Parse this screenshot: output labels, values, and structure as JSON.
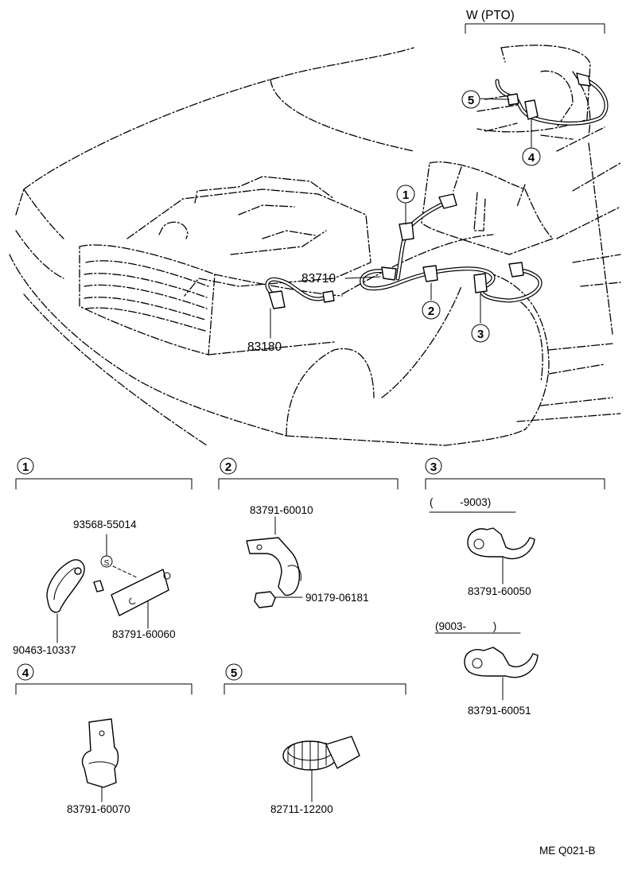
{
  "diagram": {
    "variant_header": "W (PTO)",
    "main_callouts": {
      "c1": "1",
      "c2": "2",
      "c3": "3",
      "c4": "4",
      "c5": "5",
      "p83710": "83710",
      "p83180": "83180"
    },
    "sections": [
      {
        "id": "1",
        "parts": [
          "93568-55014",
          "90463-10337",
          "83791-60060"
        ]
      },
      {
        "id": "2",
        "parts": [
          "83791-60010",
          "90179-06181"
        ]
      },
      {
        "id": "3",
        "range_before": "(         -9003)",
        "range_after": "(9003-         )",
        "parts": [
          "83791-60050",
          "83791-60051"
        ]
      },
      {
        "id": "4",
        "parts": [
          "83791-60070"
        ]
      },
      {
        "id": "5",
        "parts": [
          "82711-12200"
        ]
      }
    ],
    "symbol_s": "S",
    "figure_code": "ME  Q021-B"
  }
}
